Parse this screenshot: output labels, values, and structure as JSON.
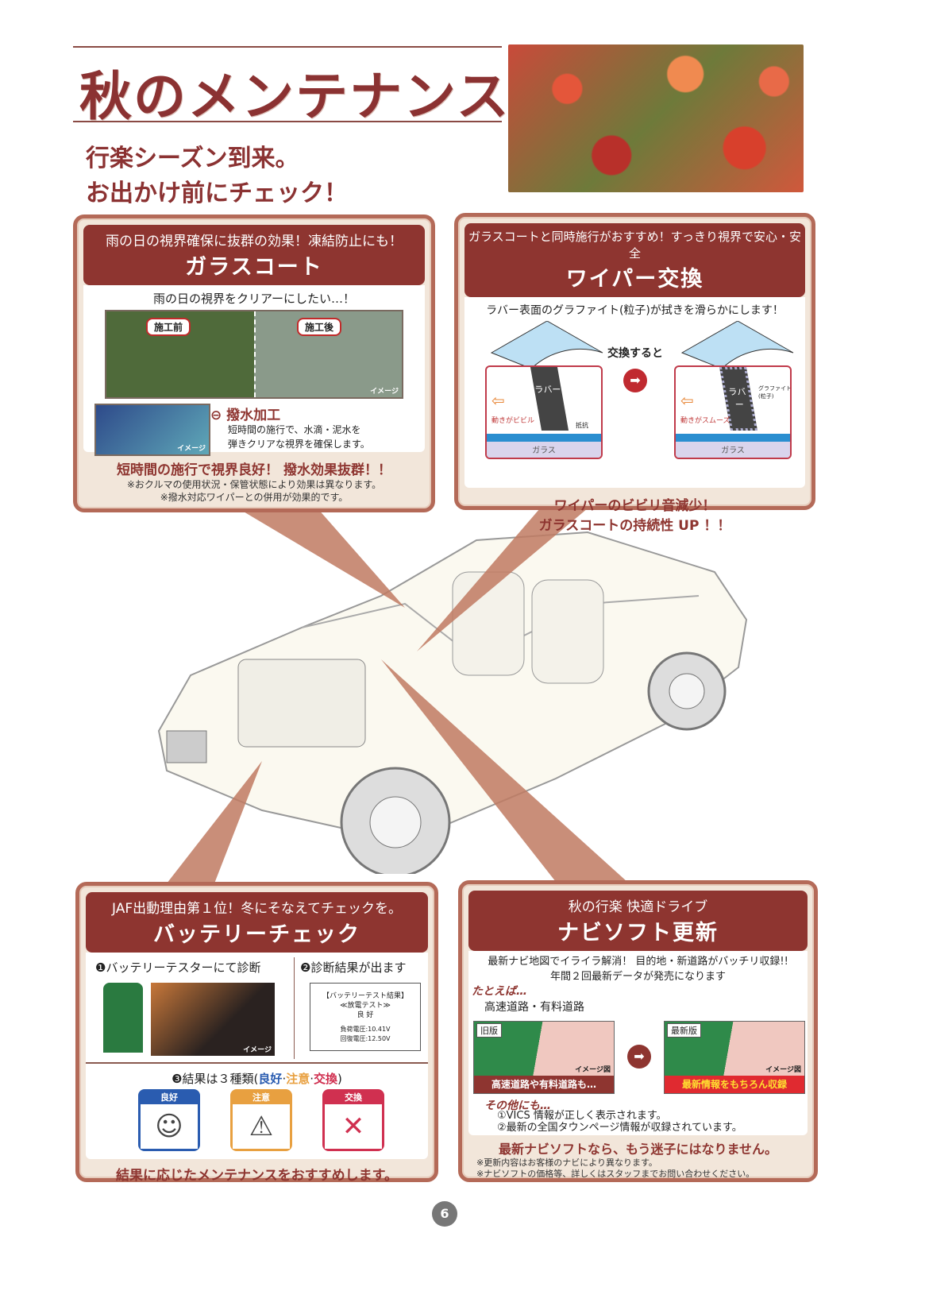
{
  "header": {
    "title": "秋のメンテナンス",
    "subtitle_lines": [
      "行楽シーズン到来。",
      "お出かけ前にチェック！"
    ]
  },
  "glass_coat": {
    "tagline": "雨の日の視界確保に抜群の効果！凍結防止にも！",
    "title": "ガラスコート",
    "lead": "雨の日の視界をクリアーにしたい…！",
    "before_tag": "施工前",
    "after_tag": "施工後",
    "image_caption": "イメージ",
    "feature_title": "撥水加工",
    "feature_desc": [
      "短時間の施行で、水滴・泥水を",
      "弾きクリアな視界を確保します。"
    ],
    "highlight": "短時間の施行で視界良好！ 撥水効果抜群！！",
    "notes": [
      "※おクルマの使用状況・保管状態により効果は異なります。",
      "※撥水対応ワイパーとの併用が効果的です。"
    ]
  },
  "wiper": {
    "tagline": "ガラスコートと同時施行がおすすめ！すっきり視界で安心・安全",
    "title": "ワイパー交換",
    "lead": "ラバー表面のグラファイト(粒子)が拭きを滑らかにします！",
    "transition": "交換すると",
    "rubber": "ラバー",
    "glass": "ガラス",
    "before_motion": "動きがビビル",
    "resistance": "抵抗",
    "after_motion": "動きがスムーズ",
    "graphite": "グラファイト(粒子)",
    "highlight": [
      "ワイパーのビビリ音減少！",
      "ガラスコートの持続性 UP ！！"
    ]
  },
  "battery": {
    "tagline": "JAF出動理由第１位！冬にそなえてチェックを。",
    "title": "バッテリーチェック",
    "step1": "❶バッテリーテスターにて診断",
    "step2": "❷診断結果が出ます",
    "receipt": {
      "title": "【バッテリーテスト結果】",
      "test": "≪放電テスト≫",
      "result": "良 好",
      "load_voltage": "負荷電圧:10.41V",
      "recovery_voltage": "回復電圧:12.50V"
    },
    "step3_prefix": "❸結果は３種類(",
    "step3_suffix": ")",
    "results": [
      {
        "label": "良好",
        "color": "#2a5cb0"
      },
      {
        "label": "注意",
        "color": "#e8a040"
      },
      {
        "label": "交換",
        "color": "#d03050"
      }
    ],
    "image_caption": "イメージ",
    "highlight": "結果に応じたメンテナンスをおすすめします。"
  },
  "navi": {
    "tagline": "秋の行楽 快適ドライブ",
    "title": "ナビソフト更新",
    "lead": [
      "最新ナビ地図でイライラ解消！ 目的地・新道路がバッチリ収録!!",
      "年間２回最新データが発売になります"
    ],
    "example_heading": "たとえば…",
    "example_item": "高速道路・有料道路",
    "old_label": "旧版",
    "new_label": "最新版",
    "map_caption": "イメージ図",
    "old_caption": "高速道路や有料道路も…",
    "new_caption": "最新情報をもちろん収録",
    "other_heading": "その他にも…",
    "other_items": [
      "①VICS 情報が正しく表示されます。",
      "②最新の全国タウンページ情報が収録されています。"
    ],
    "highlight": "最新ナビソフトなら、もう迷子にはなりません。",
    "notes": [
      "※更新内容はお客様のナビにより異なります。",
      "※ナビソフトの価格等、詳しくはスタッフまでお問い合わせください。"
    ]
  },
  "page_number": "6"
}
